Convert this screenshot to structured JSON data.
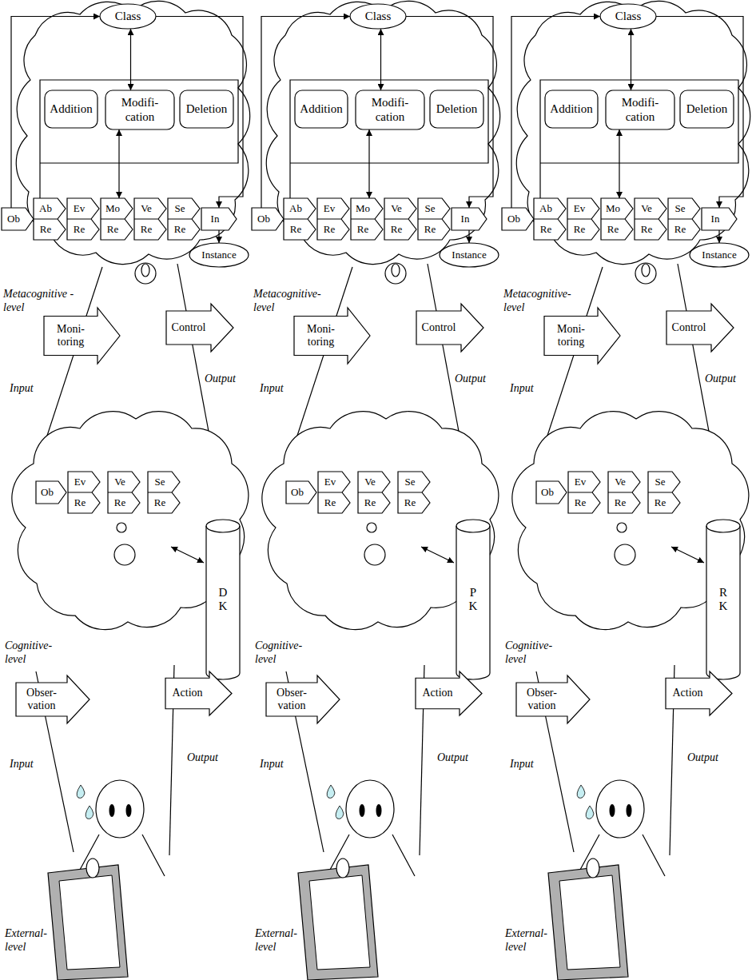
{
  "diagram": {
    "nodes": [
      {
        "text": [
          "Class"
        ]
      },
      {
        "text": [
          "Addition"
        ]
      },
      {
        "text": [
          "Modifi- cation"
        ]
      },
      {
        "text": [
          "Deletion"
        ]
      },
      {
        "text": [
          "Ob"
        ]
      },
      {
        "text": [
          "Ab",
          "Re"
        ]
      },
      {
        "text": [
          "Ev",
          "Re"
        ]
      },
      {
        "text": [
          "Mo",
          "Re"
        ]
      },
      {
        "text": [
          "Ve",
          "Re"
        ]
      },
      {
        "text": [
          "Se",
          "Re"
        ]
      },
      {
        "text": [
          "In"
        ]
      },
      {
        "text": [
          "Instance"
        ]
      },
      {
        "text": [
          "Moni- toring"
        ]
      },
      {
        "text": [
          "Control"
        ]
      },
      {
        "text": [
          "Ob"
        ]
      },
      {
        "text": [
          "Ev",
          "Re"
        ]
      },
      {
        "text": [
          "Ve",
          "Re"
        ]
      },
      {
        "text": [
          "Se",
          "Re"
        ]
      },
      {
        "text": [
          "D K"
        ]
      },
      {
        "text": [
          "Obser- vation"
        ]
      },
      {
        "text": [
          "Action"
        ]
      },
      {
        "text": [
          "Class"
        ]
      },
      {
        "text": [
          "Addition"
        ]
      },
      {
        "text": [
          "Modifi- cation"
        ]
      },
      {
        "text": [
          "Deletion"
        ]
      },
      {
        "text": [
          "Ob"
        ]
      },
      {
        "text": [
          "Ab",
          "Re"
        ]
      },
      {
        "text": [
          "Ev",
          "Re"
        ]
      },
      {
        "text": [
          "Mo",
          "Re"
        ]
      },
      {
        "text": [
          "Ve",
          "Re"
        ]
      },
      {
        "text": [
          "Se",
          "Re"
        ]
      },
      {
        "text": [
          "In"
        ]
      },
      {
        "text": [
          "Instance"
        ]
      },
      {
        "text": [
          "Moni- toring"
        ]
      },
      {
        "text": [
          "Control"
        ]
      },
      {
        "text": [
          "Ob"
        ]
      },
      {
        "text": [
          "Ev",
          "Re"
        ]
      },
      {
        "text": [
          "Ve",
          "Re"
        ]
      },
      {
        "text": [
          "Se",
          "Re"
        ]
      },
      {
        "text": [
          "P K"
        ]
      },
      {
        "text": [
          "Obser- vation"
        ]
      },
      {
        "text": [
          "Action"
        ]
      },
      {
        "text": [
          "Class"
        ]
      },
      {
        "text": [
          "Addition"
        ]
      },
      {
        "text": [
          "Modifi- cation"
        ]
      },
      {
        "text": [
          "Deletion"
        ]
      },
      {
        "text": [
          "Ob"
        ]
      },
      {
        "text": [
          "Ab",
          "Re"
        ]
      },
      {
        "text": [
          "Ev",
          "Re"
        ]
      },
      {
        "text": [
          "Mo",
          "Re"
        ]
      },
      {
        "text": [
          "Ve",
          "Re"
        ]
      },
      {
        "text": [
          "Se",
          "Re"
        ]
      },
      {
        "text": [
          "In"
        ]
      },
      {
        "text": [
          "Instance"
        ]
      },
      {
        "text": [
          "Moni- toring"
        ]
      },
      {
        "text": [
          "Control"
        ]
      },
      {
        "text": [
          "Ob"
        ]
      },
      {
        "text": [
          "Ev",
          "Re"
        ]
      },
      {
        "text": [
          "Ve",
          "Re"
        ]
      },
      {
        "text": [
          "Se",
          "Re"
        ]
      },
      {
        "text": [
          "R K"
        ]
      },
      {
        "text": [
          "Obser- vation"
        ]
      },
      {
        "text": [
          "Action"
        ]
      }
    ],
    "edges": [
      {
        "from": 4,
        "to": 0,
        "arrow": "to"
      },
      {
        "from": 0,
        "to": 10,
        "arrow": "to"
      },
      {
        "from": 10,
        "to": 11,
        "arrow": "to"
      },
      {
        "from": 0,
        "to": 2,
        "arrow": "both"
      },
      {
        "from": 2,
        "to": 7,
        "arrow": "both"
      },
      {
        "from": 25,
        "to": 21,
        "arrow": "to"
      },
      {
        "from": 21,
        "to": 31,
        "arrow": "to"
      },
      {
        "from": 31,
        "to": 32,
        "arrow": "to"
      },
      {
        "from": 21,
        "to": 23,
        "arrow": "both"
      },
      {
        "from": 23,
        "to": 28,
        "arrow": "both"
      },
      {
        "from": 46,
        "to": 42,
        "arrow": "to"
      },
      {
        "from": 42,
        "to": 52,
        "arrow": "to"
      },
      {
        "from": 52,
        "to": 53,
        "arrow": "to"
      },
      {
        "from": 42,
        "to": 44,
        "arrow": "both"
      },
      {
        "from": 44,
        "to": 49,
        "arrow": "both"
      }
    ],
    "labels": [
      "Metacognitive -level",
      "Input",
      "Output",
      "Cognitive- level",
      "Input",
      "Output",
      "External- level",
      "Metacognitive- level",
      "Input",
      "Output",
      "Cognitive- level",
      "Input",
      "Output",
      "External- level",
      "Metacognitive- level",
      "Input",
      "Output",
      "Cognitive- level",
      "Input",
      "Output",
      "External- level"
    ]
  }
}
